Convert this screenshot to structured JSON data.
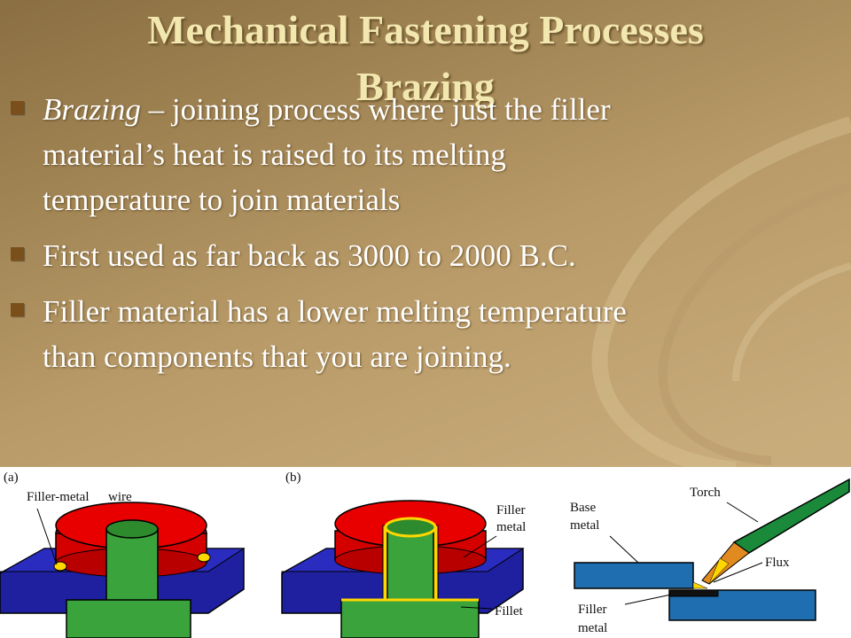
{
  "slide": {
    "title_line1": "Mechanical Fastening Processes",
    "title_line2": "Brazing",
    "bullets": [
      {
        "term": "Brazing",
        "text": " – joining process where just the filler material’s heat is raised to its melting temperature to join materials"
      },
      {
        "term": "",
        "text": "First used as far back as 3000 to 2000 B.C."
      },
      {
        "term": "",
        "text": "Filler material has a lower melting temperature than components that you are joining."
      }
    ]
  },
  "figure": {
    "panel_a": {
      "tag": "(a)",
      "wire_label_1": "Filler-metal",
      "wire_label_2": "wire"
    },
    "panel_b": {
      "tag": "(b)",
      "filler_label_1": "Filler",
      "filler_label_2": "metal",
      "fillet_label": "Fillet"
    },
    "panel_c": {
      "torch_label": "Torch",
      "base_label_1": "Base",
      "base_label_2": "metal",
      "flux_label": "Flux",
      "filler_label_1": "Filler",
      "filler_label_2": "metal"
    }
  },
  "colors": {
    "title": "#f3e7b0",
    "bullet_marker": "#7b4f1a",
    "part_red": "#d40000",
    "part_green": "#3ba33b",
    "part_blue": "#1e20a0",
    "filler_yellow": "#ffd700",
    "torch_green": "#1a8a3a",
    "base_blue": "#1f6fb0"
  }
}
